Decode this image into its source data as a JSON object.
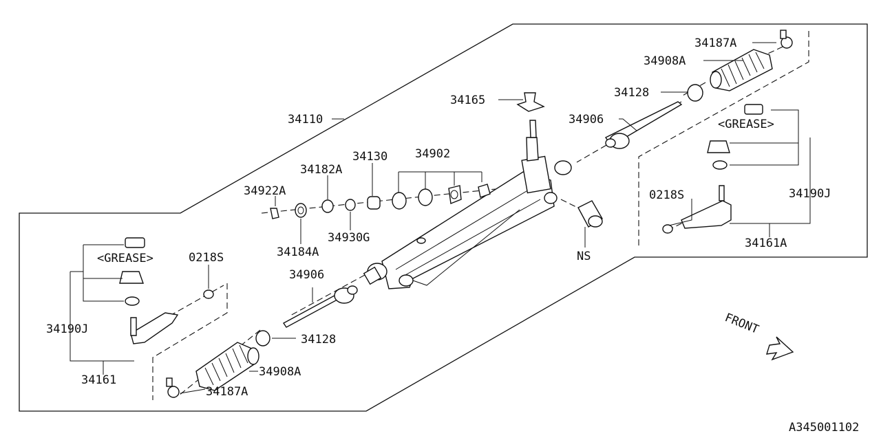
{
  "labels": {
    "p34187A_top": "34187A",
    "p34908A_top": "34908A",
    "p34128_top": "34128",
    "p34165": "34165",
    "p34906_top": "34906",
    "p34110": "34110",
    "grease_right": "<GREASE>",
    "p34902": "34902",
    "p34130": "34130",
    "p34182A": "34182A",
    "p34922A": "34922A",
    "p0218S_right": "0218S",
    "p34190J_right": "34190J",
    "p34184A": "34184A",
    "p34930G": "34930G",
    "p34161A": "34161A",
    "ns": "NS",
    "grease_left": "<GREASE>",
    "p0218S_left": "0218S",
    "p34906_bottom": "34906",
    "p34190J_left": "34190J",
    "p34128_bottom": "34128",
    "p34908A_bottom": "34908A",
    "p34161": "34161",
    "p34187A_bottom": "34187A",
    "front": "FRONT",
    "diagram_code": "A345001102"
  }
}
